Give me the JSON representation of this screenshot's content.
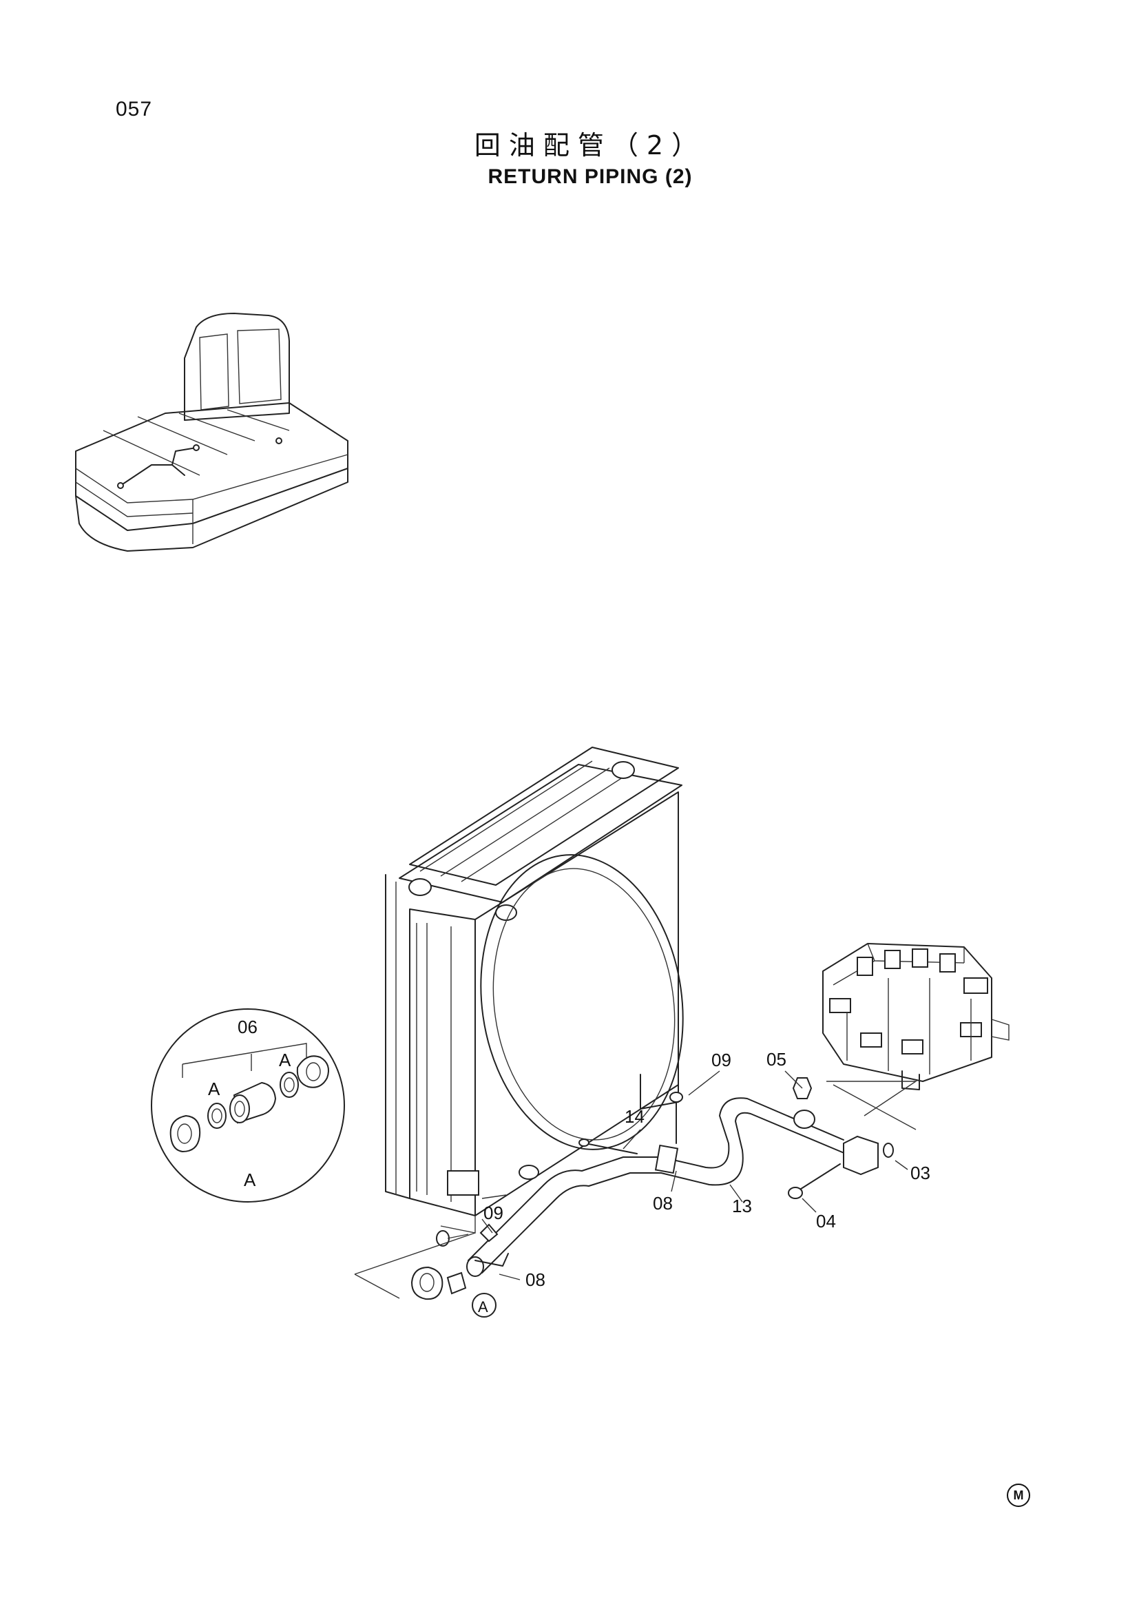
{
  "page": {
    "number": "057",
    "title_cn": "回油配管（2）",
    "title_en": "RETURN PIPING (2)",
    "corner_mark": "M"
  },
  "callouts": {
    "p03": "03",
    "p04": "04",
    "p05": "05",
    "p06": "06",
    "p08_upper": "08",
    "p08_lower": "08",
    "p09_upper": "09",
    "p09_lower": "09",
    "p13": "13",
    "p14": "14"
  },
  "detail": {
    "label": "A",
    "sub_label_left": "A",
    "sub_label_right": "A",
    "ref_marker": "A"
  }
}
